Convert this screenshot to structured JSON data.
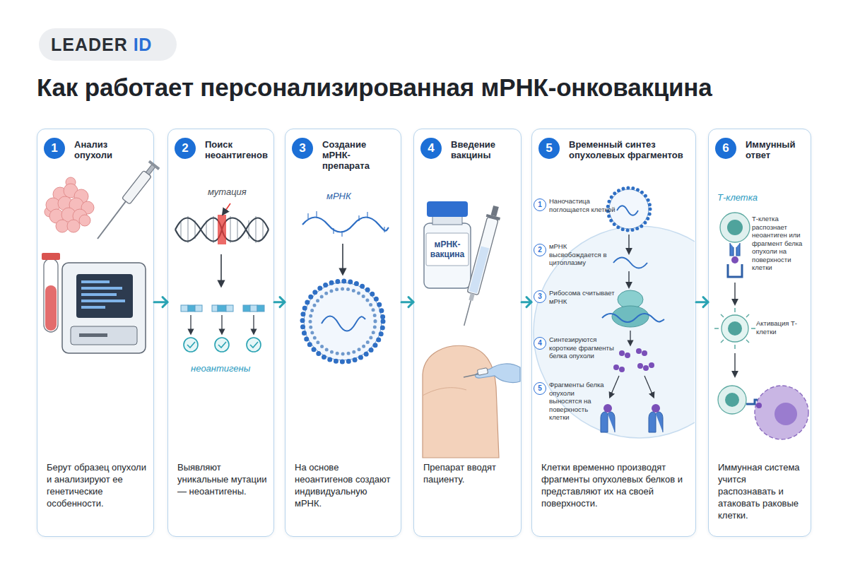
{
  "diagram": {
    "title": "Как работает персонализированная мРНК-онковакцина",
    "nodes": [
      {
        "text": [
          "LEADER",
          "ID"
        ]
      },
      {
        "text": [
          "Анализ опухоли",
          "Берут образец опухоли и анализируют ее генетические особенности."
        ]
      },
      {
        "text": [
          "Поиск неоантигенов",
          "Выявляют уникальные мутации — неоантигены."
        ]
      },
      {
        "text": [
          "Создание мРНК-препарата",
          "На основе неоантигенов создают индивидуальную мРНК."
        ]
      },
      {
        "text": [
          "Введение вакцины",
          "Препарат вводят пациенту."
        ]
      },
      {
        "text": [
          "Временный синтез опухолевых фрагментов",
          "Клетки временно производят фрагменты опухолевых белков и представляют их на своей поверхности."
        ]
      },
      {
        "text": [
          "Иммунный ответ",
          "Иммунная система учится распознавать и атаковать раковые клетки."
        ]
      }
    ],
    "edges": [
      {
        "from": 1,
        "to": 2,
        "arrow": "to"
      },
      {
        "from": 2,
        "to": 3,
        "arrow": "to"
      },
      {
        "from": 3,
        "to": 4,
        "arrow": "to"
      },
      {
        "from": 4,
        "to": 5,
        "arrow": "to"
      },
      {
        "from": 5,
        "to": 6,
        "arrow": "to"
      }
    ],
    "labels": [
      "1",
      "2",
      "мутация",
      "неоантигены",
      "3",
      "мРНК",
      "4",
      "мРНК-вакцина",
      "5",
      "1",
      "Наночастица поглощается клеткой",
      "2",
      "мРНК высвобождается в цитоплазму",
      "3",
      "Рибосома считывает мРНК",
      "4",
      "Синтезируются короткие фрагменты белка опухоли",
      "5",
      "Фрагменты белка опухоли выносятся на поверхность клетки",
      "6",
      "Т-клетка",
      "Т-клетка распознает неоантиген или фрагмент белка опухоли на поверхности клетки",
      "Активация Т-клетки"
    ]
  }
}
